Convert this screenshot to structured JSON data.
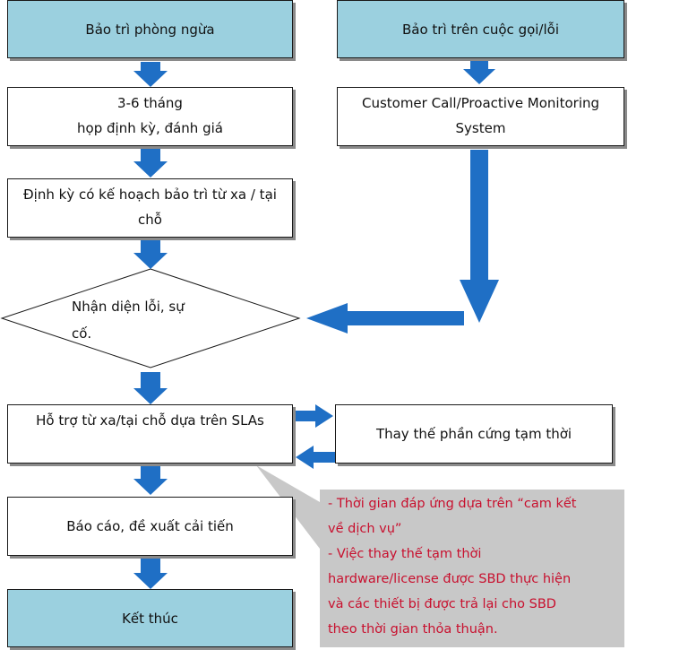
{
  "left_column": {
    "header": "Bảo trì phòng ngừa",
    "periodic_meeting": [
      "3-6 tháng",
      "họp định kỳ, đánh giá"
    ],
    "scheduled_maintenance": [
      "Định kỳ có kế hoạch bảo trì từ xa / tại",
      "chỗ"
    ],
    "identify_issue": [
      "Nhận diện lỗi,  sự",
      "cố."
    ],
    "sla_support": "Hỗ trợ từ xa/tại chỗ dựa trên SLAs",
    "report": "Báo cáo, đề xuất cải tiến",
    "end": "Kết thúc"
  },
  "right_column": {
    "header": "Bảo trì trên cuộc gọi/lỗi",
    "call_monitoring": [
      "Customer Call/Proactive Monitoring",
      "System"
    ],
    "hardware_replace": "Thay thế phần cứng tạm thời"
  },
  "callout": {
    "lines": [
      "-  Thời gian đáp ứng dựa trên “cam kết",
      "về dịch vụ”",
      "-  Việc thay thế tạm thời",
      "hardware/license được SBD thực hiện",
      "và các thiết bị được trả lại cho SBD",
      "theo thời gian thỏa thuận."
    ]
  },
  "colors": {
    "header_fill": "#9bd0df",
    "arrow": "#1f6fc5",
    "callout_fill": "#c8c8c8",
    "callout_text": "#c8102e"
  }
}
